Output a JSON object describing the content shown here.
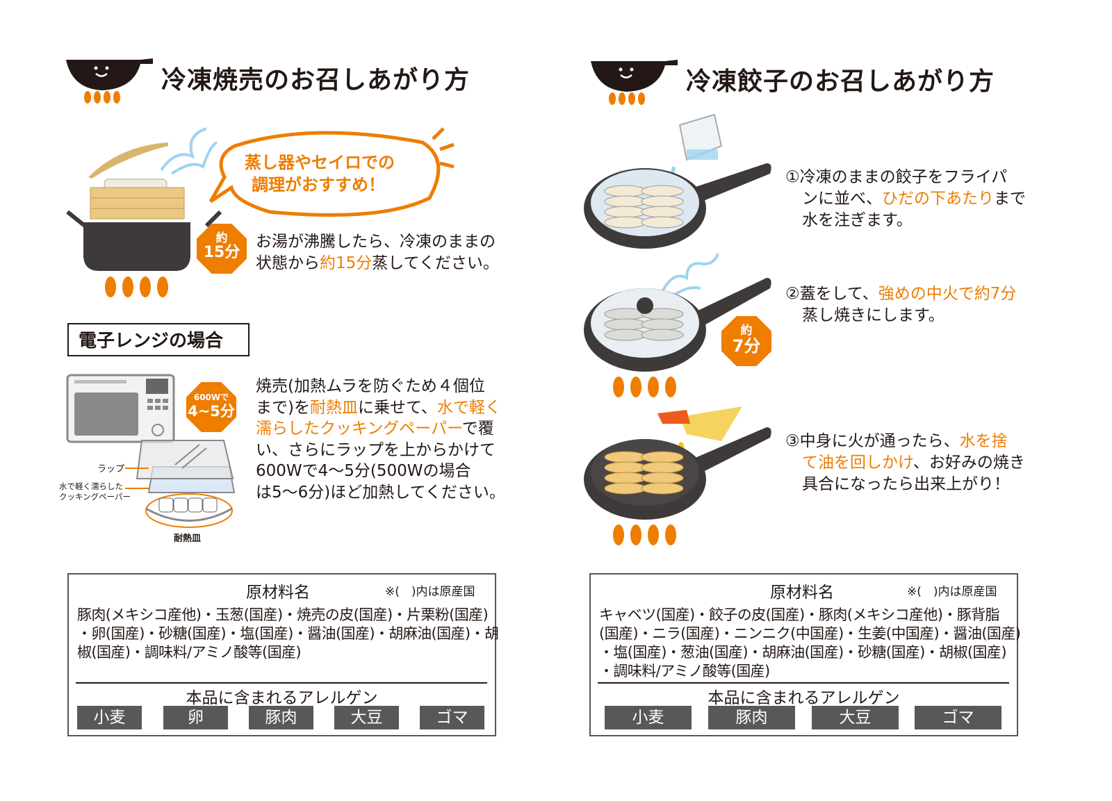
{
  "left": {
    "title": "冷凍焼売のお召しあがり方",
    "bubble": [
      "蒸し器やセイロでの",
      "調理がおすすめ！"
    ],
    "steam_badge": {
      "top": "約",
      "bottom": "15分"
    },
    "steam_text": {
      "line1": "お湯が沸騰したら、冷凍のままの",
      "line2_pre": "状態から",
      "line2_hl": "約15分",
      "line2_post": "蒸してください。"
    },
    "microwave_heading": "電子レンジの場合",
    "microwave_badge": {
      "top": "600Wで",
      "bottom": "4~5分"
    },
    "microwave_labels": {
      "wrap": "ラップ",
      "paper": [
        "水で軽く濡らした",
        "クッキングペーパー"
      ],
      "dish": "耐熱皿"
    },
    "microwave_text": {
      "l1": "焼売(加熱ムラを防ぐため４個位",
      "l2_pre": "まで)を",
      "l2_hl1": "耐熱皿",
      "l2_mid": "に乗せて、",
      "l2_hl2": "水で軽く",
      "l3_hl": "濡らしたクッキングペーパー",
      "l3_post": "で覆",
      "l4": "い、さらにラップを上からかけて",
      "l5": "600Wで4～5分(500Wの場合",
      "l6": "は5～6分)ほど加熱してください。"
    },
    "ingredients": {
      "heading": "原材料名",
      "note": "※(　)内は原産国",
      "lines": [
        "豚肉(メキシコ産他)・玉葱(国産)・焼売の皮(国産)・片栗粉(国産)",
        "・卵(国産)・砂糖(国産)・塩(国産)・醤油(国産)・胡麻油(国産)・胡",
        "椒(国産)・調味料/アミノ酸等(国産)"
      ],
      "allergen_heading": "本品に含まれるアレルゲン",
      "allergens": [
        "小麦",
        "卵",
        "豚肉",
        "大豆",
        "ゴマ"
      ]
    }
  },
  "right": {
    "title": "冷凍餃子のお召しあがり方",
    "step1": {
      "l1": "①冷凍のままの餃子をフライパ",
      "l2_pre": "ンに並べ、",
      "l2_hl": "ひだの下あたり",
      "l2_post": "まで",
      "l3": "水を注ぎます。"
    },
    "step2": {
      "l1_pre": "②蓋をして、",
      "l1_hl": "強めの中火で約7分",
      "l2": "蒸し焼きにします。"
    },
    "step2_badge": {
      "top": "約",
      "bottom": "7分"
    },
    "step3": {
      "l1_pre": "③中身に火が通ったら、",
      "l1_hl": "水を捨",
      "l2_hl": "て油を回しかけ",
      "l2_post": "、お好みの焼き",
      "l3": "具合になったら出来上がり！"
    },
    "ingredients": {
      "heading": "原材料名",
      "note": "※(　)内は原産国",
      "lines": [
        "キャベツ(国産)・餃子の皮(国産)・豚肉(メキシコ産他)・豚背脂",
        "(国産)・ニラ(国産)・ニンニク(中国産)・生姜(中国産)・醤油(国産)",
        "・塩(国産)・葱油(国産)・胡麻油(国産)・砂糖(国産)・胡椒(国産)",
        "・調味料/アミノ酸等(国産)"
      ],
      "allergen_heading": "本品に含まれるアレルゲン",
      "allergens": [
        "小麦",
        "豚肉",
        "大豆",
        "ゴマ"
      ]
    }
  },
  "colors": {
    "accent": "#ee7d00",
    "text": "#231815",
    "allergen_bg": "#595757",
    "pan": "#3e3a39",
    "steam": "#9fd3f0"
  }
}
